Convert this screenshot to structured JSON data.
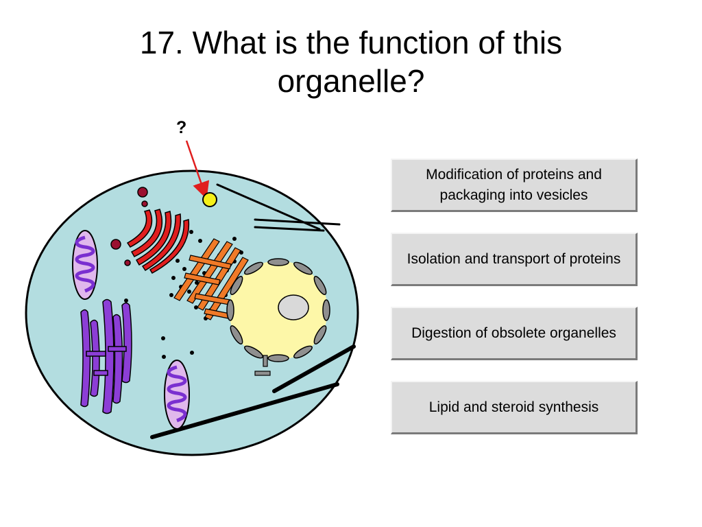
{
  "question": {
    "line1": "17. What is the function of this",
    "line2": "organelle?"
  },
  "pointer_label": "?",
  "answers": [
    "Modification of proteins and packaging into vesicles",
    "Isolation and transport of proteins",
    "Digestion of obsolete organelles",
    "Lipid and steroid synthesis"
  ],
  "colors": {
    "cytoplasm": "#b3dde0",
    "golgi": "#e01e1e",
    "rough_er": "#f07a28",
    "nucleus": "#fdf7a8",
    "nucleolus": "#d9d9d9",
    "mitochondria": "#8c3ed6",
    "cytoskeleton": "#8c3ed6",
    "target_organelle": "#f5f019",
    "pointer_arrow": "#e01e1e"
  }
}
